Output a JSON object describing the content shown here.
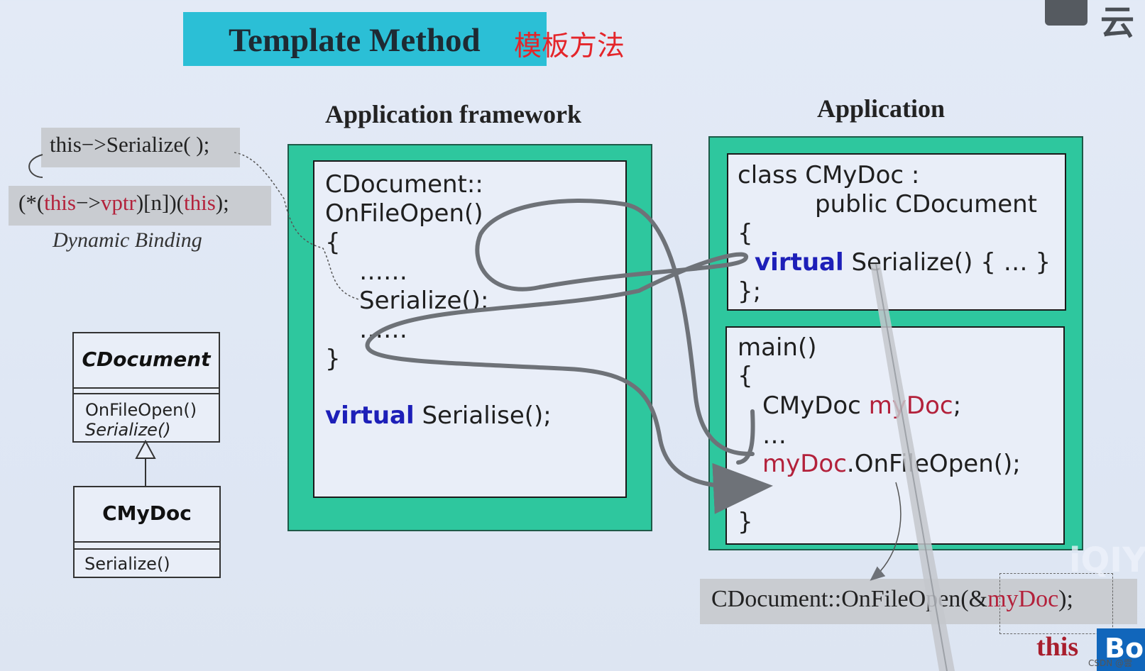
{
  "title": {
    "en": "Template Method",
    "cn": "模板方法"
  },
  "logo": {
    "text": "云"
  },
  "headings": {
    "framework": "Application framework",
    "application": "Application"
  },
  "dynamic": {
    "call": "this−>Serialize( );",
    "vptr": {
      "p1": "(*(",
      "this1": "this",
      "arrow": "−>",
      "vptr": "vptr",
      "p2": ")[n])(",
      "this2": "this",
      "p3": ");"
    },
    "caption": "Dynamic Binding"
  },
  "uml": {
    "base": {
      "name": "CDocument",
      "ops": [
        "OnFileOpen()",
        "Serialize()"
      ]
    },
    "derived": {
      "name": "CMyDoc",
      "ops": [
        "Serialize()"
      ]
    }
  },
  "framework_code": {
    "l1": "CDocument::",
    "l2": "OnFileOpen()",
    "l3": "{",
    "l4": "……",
    "l5": "Serialize();",
    "l6": "……",
    "l7": "}",
    "virtual_kw": "virtual",
    "virtual_rest": "Serialise();"
  },
  "app_class": {
    "l1": "class CMyDoc :",
    "l2": "public CDocument",
    "l3": "{",
    "kw": "virtual",
    "rest": "Serialize() { … }",
    "l5": "};"
  },
  "app_main": {
    "l1": "main()",
    "l2": "{",
    "decl_type": "CMyDoc",
    "decl_var": "myDoc",
    "decl_end": ";",
    "dots": "…",
    "call_obj": "myDoc",
    "call_rest": ".OnFileOpen();",
    "l6": "}"
  },
  "bottom_call": {
    "p1": "CDocument::OnFileOpen(&",
    "arg": "myDoc",
    "p2": ");"
  },
  "corner": {
    "this_label": "this",
    "blue_text": "Bo"
  },
  "watermark": "iQIY",
  "credit": "CSDN @雲"
}
